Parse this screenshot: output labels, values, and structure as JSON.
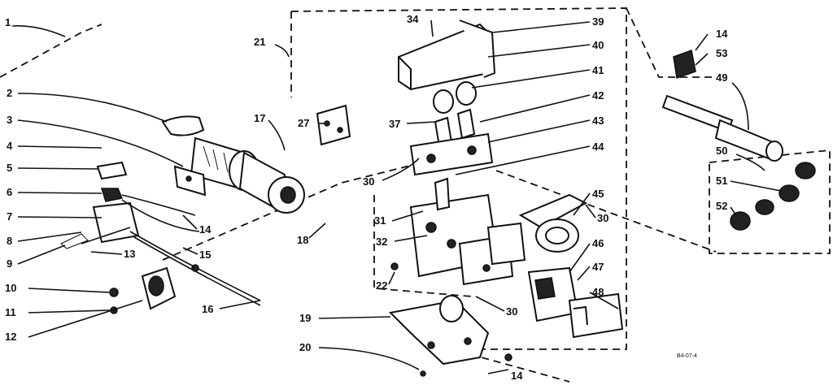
{
  "labels": {
    "l1": "1",
    "l2": "2",
    "l3": "3",
    "l4": "4",
    "l5": "5",
    "l6": "6",
    "l7": "7",
    "l8": "8",
    "l9": "9",
    "l10": "10",
    "l11": "11",
    "l12": "12",
    "l13": "13",
    "l14a": "14",
    "l14b": "14",
    "l14c": "14",
    "l15": "15",
    "l16": "16",
    "l17": "17",
    "l18": "18",
    "l19": "19",
    "l20": "20",
    "l21": "21",
    "l22": "22",
    "l27": "27",
    "l30a": "30",
    "l30b": "30",
    "l30c": "30",
    "l31": "31",
    "l32": "32",
    "l34": "34",
    "l37": "37",
    "l39": "39",
    "l40": "40",
    "l41": "41",
    "l42": "42",
    "l43": "43",
    "l44": "44",
    "l45": "45",
    "l46": "46",
    "l47": "47",
    "l48": "48",
    "l49": "49",
    "l50": "50",
    "l51": "51",
    "l52": "52",
    "l53": "53"
  },
  "corner_code": "B4-07-4"
}
